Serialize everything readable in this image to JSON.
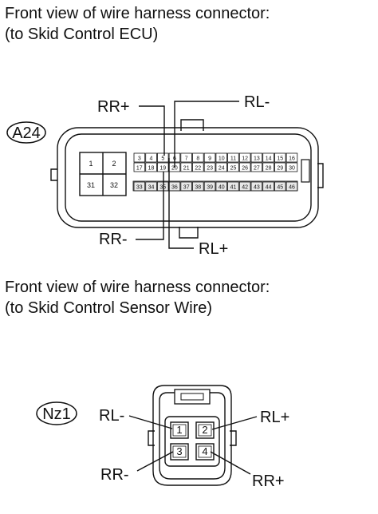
{
  "captions": {
    "ecu": [
      "Front view of wire harness connector:",
      "(to Skid Control ECU)"
    ],
    "sensor": [
      "Front view of wire harness connector:",
      "(to Skid Control Sensor Wire)"
    ]
  },
  "connector_a24": {
    "id": "A24",
    "big_pins": [
      "1",
      "2",
      "31",
      "32"
    ],
    "row1": [
      "3",
      "4",
      "5",
      "6",
      "7",
      "8",
      "9",
      "10",
      "11",
      "12",
      "13",
      "14",
      "15",
      "16"
    ],
    "row2": [
      "17",
      "18",
      "19",
      "20",
      "21",
      "22",
      "23",
      "24",
      "25",
      "26",
      "27",
      "28",
      "29",
      "30"
    ],
    "row3": [
      "33",
      "34",
      "35",
      "36",
      "37",
      "38",
      "39",
      "40",
      "41",
      "42",
      "43",
      "44",
      "45",
      "46"
    ],
    "labels": {
      "rr_plus": "RR+",
      "rl_minus": "RL-",
      "rr_minus": "RR-",
      "rl_plus": "RL+"
    }
  },
  "connector_nz1": {
    "id": "Nz1",
    "pins": [
      "1",
      "2",
      "3",
      "4"
    ],
    "labels": {
      "rl_minus": "RL-",
      "rl_plus": "RL+",
      "rr_minus": "RR-",
      "rr_plus": "RR+"
    }
  }
}
